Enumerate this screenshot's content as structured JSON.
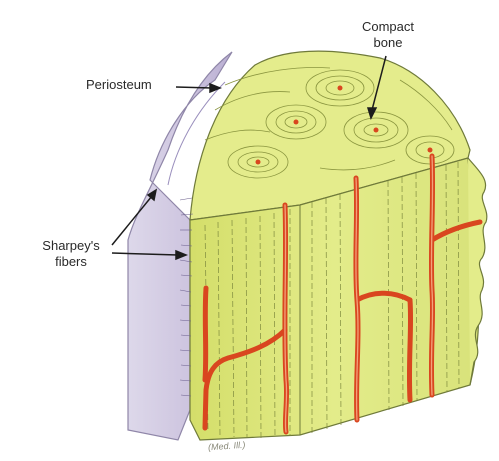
{
  "labels": {
    "compact_bone": "Compact bone",
    "periosteum": "Periosteum",
    "sharpeys_fibers": "Sharpey's fibers"
  },
  "signature": "(Med. Ill.)",
  "colors": {
    "background": "#ffffff",
    "bone": "#dde77a",
    "bone_shadow": "#c9d35e",
    "periosteum": "#c9c2dc",
    "vessel": "#d9461f",
    "line": "#6f7a3a"
  }
}
